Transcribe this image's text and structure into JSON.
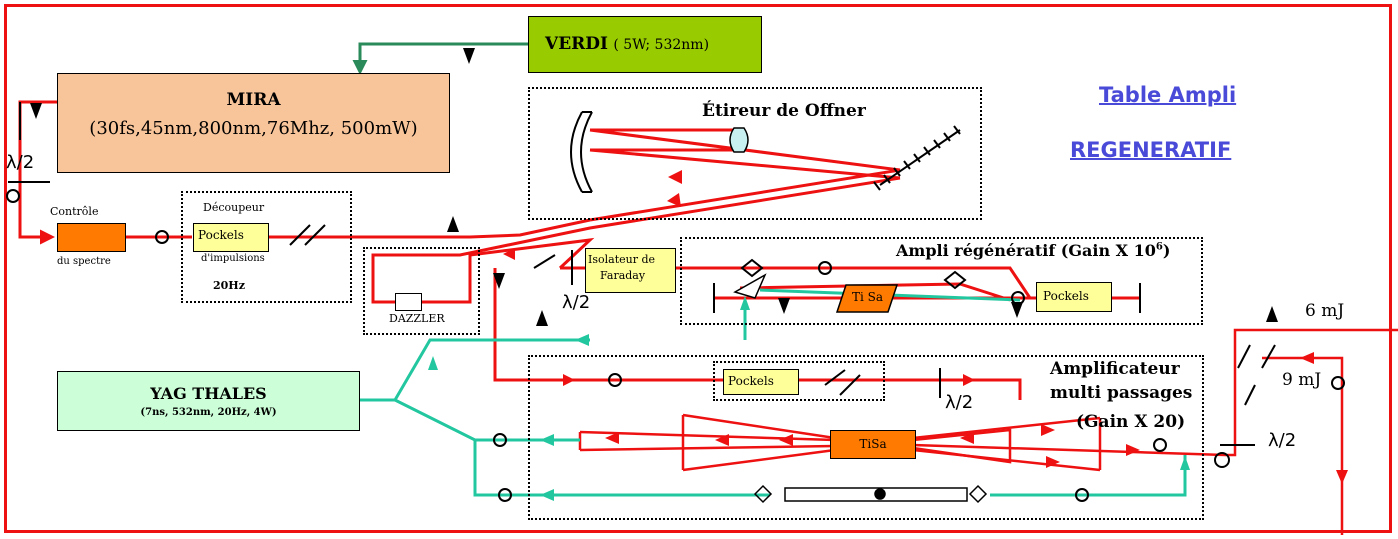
{
  "title": {
    "line1": "Table Ampli",
    "line2": "REGENERATIF"
  },
  "sources": {
    "verdi": {
      "name": "VERDI",
      "spec": "( 5W; 532nm)"
    },
    "mira": {
      "name": "MIRA",
      "spec": "(30fs,45nm,800nm,76Mhz, 500mW)"
    },
    "yag": {
      "name": "YAG THALES",
      "spec": "(7ns, 532nm, 20Hz, 4W)"
    }
  },
  "stretcher": {
    "label": "Étireur de Offner"
  },
  "spectrum_control": {
    "label_top": "Contrôle",
    "label_bottom": "du spectre"
  },
  "pulse_picker": {
    "label_top": "Découpeur",
    "box": "Pockels",
    "label_mid": "d'impulsions",
    "rate": "20Hz"
  },
  "dazzler": {
    "label": "DAZZLER"
  },
  "faraday": {
    "line1": "Isolateur de",
    "line2": "Faraday"
  },
  "regen": {
    "title": "Ampli régénératif (Gain X 10",
    "title_exp": "6",
    "title_end": ")",
    "crystal": "Ti Sa",
    "pockels": "Pockels"
  },
  "multipass": {
    "line1": "Amplificateur",
    "line2": "multi passages",
    "line3": "(Gain X 20)",
    "pockels": "Pockels",
    "crystal": "TiSa"
  },
  "waveplates": [
    "λ/2",
    "λ/2",
    "λ/2",
    "λ/2"
  ],
  "outputs": [
    "6 mJ",
    "9 mJ"
  ],
  "colors": {
    "ir_beam": "#ee1111",
    "green_beam": "#22c7a0",
    "verdi": "#99cc00",
    "mira": "#f8c49a",
    "yag": "#ccffd8",
    "active": "#ff7a00",
    "optic_box": "#ffff99",
    "title": "#4a4ad8"
  }
}
